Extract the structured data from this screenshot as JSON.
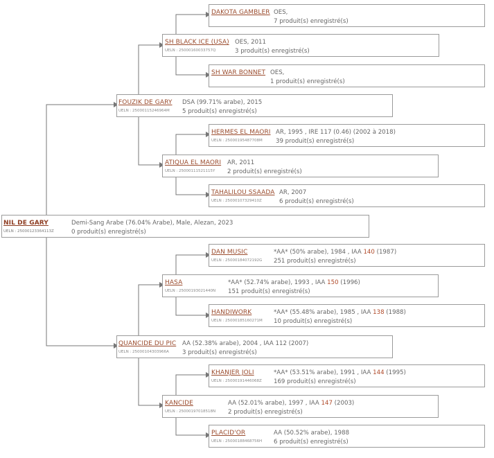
{
  "horses": {
    "root": {
      "name": "NIL DE GARY",
      "ueln_label": "UELN : ",
      "ueln": "25000123364113Z",
      "info_line1": "Demi-Sang Arabe (76.04% Arabe), Male, Alezan, 2023",
      "info_line2": "0 produit(s) enregistré(s)"
    },
    "sire": {
      "name": "FOUZIK DE GARY",
      "ueln_label": "UELN : ",
      "ueln": "25000115246964M",
      "info_line1": "DSA (99.71% arabe), 2015",
      "info_line2": "5 produit(s) enregistré(s)"
    },
    "sire_sire": {
      "name": "SH BLACK ICE (USA)",
      "ueln_label": "UELN : ",
      "ueln": "25000160033757Q",
      "info_line1": "OES, 2011",
      "info_line2": "3 produit(s) enregistré(s)"
    },
    "sire_sire_sire": {
      "name": "DAKOTA GAMBLER",
      "info_line1": "OES,",
      "info_line2": "7 produit(s) enregistré(s)"
    },
    "sire_sire_dam": {
      "name": "SH WAR BONNET",
      "info_line1": "OES,",
      "info_line2": "1 produit(s) enregistré(s)"
    },
    "sire_dam": {
      "name": "ATIQUA EL MAORI",
      "ueln_label": "UELN : ",
      "ueln": "25000111521115Y",
      "info_line1": "AR, 2011",
      "info_line2": "2 produit(s) enregistré(s)"
    },
    "sire_dam_sire": {
      "name": "HERMES EL MAORI",
      "ueln_label": "UELN : ",
      "ueln": "25000195487708M",
      "info_line1": "AR, 1995 , IRE 117 (0.46) (2002 à 2018)",
      "info_line2": "39 produit(s) enregistré(s)"
    },
    "sire_dam_dam": {
      "name": "TAHALILOU SSAADA",
      "ueln_label": "UELN : ",
      "ueln": "25000107329410Z",
      "info_line1": "AR, 2007",
      "info_line2": "6 produit(s) enregistré(s)"
    },
    "dam": {
      "name": "QUANCIDE DU PIC",
      "ueln_label": "UELN : ",
      "ueln": "25000104303966A",
      "info_line1": "AA (52.38% arabe), 2004 , IAA 112 (2007)",
      "info_line2": "3 produit(s) enregistré(s)"
    },
    "dam_sire": {
      "name": "HASA",
      "ueln_label": "UELN : ",
      "ueln": "25000193021440N",
      "info_pre": "*AA* (52.74% arabe), 1993 , IAA ",
      "info_hl": "150",
      "info_post": " (1996)",
      "info_line2": "151 produit(s) enregistré(s)"
    },
    "dam_sire_sire": {
      "name": "DAN MUSIC",
      "ueln_label": "UELN : ",
      "ueln": "25000184072192G",
      "info_pre": "*AA* (50% arabe), 1984 , IAA ",
      "info_hl": "140",
      "info_post": " (1987)",
      "info_line2": "251 produit(s) enregistré(s)"
    },
    "dam_sire_dam": {
      "name": "HANDIWORK",
      "ueln_label": "UELN : ",
      "ueln": "25000185160271M",
      "info_pre": "*AA* (55.48% arabe), 1985 , IAA ",
      "info_hl": "138",
      "info_post": " (1988)",
      "info_line2": "10 produit(s) enregistré(s)"
    },
    "dam_dam": {
      "name": "KANCIDE",
      "ueln_label": "UELN : ",
      "ueln": "25000197018518N",
      "info_pre": "AA (52.01% arabe), 1997 , IAA ",
      "info_hl": "147",
      "info_post": " (2003)",
      "info_line2": "2 produit(s) enregistré(s)"
    },
    "dam_dam_sire": {
      "name": "KHANJER JOLI",
      "ueln_label": "UELN : ",
      "ueln": "25000191446068Z",
      "info_pre": "*AA* (53.51% arabe), 1991 , IAA ",
      "info_hl": "144",
      "info_post": " (1995)",
      "info_line2": "169 produit(s) enregistré(s)"
    },
    "dam_dam_dam": {
      "name": "PLACID'OR",
      "ueln_label": "UELN : ",
      "ueln": "25000188468756H",
      "info_line1": "AA (50.52% arabe), 1988",
      "info_line2": "6 produit(s) enregistré(s)"
    }
  },
  "colors": {
    "link": "#9b4c2e",
    "line": "#777777",
    "border": "#9a9a9a",
    "highlight": "#b04a2a"
  }
}
